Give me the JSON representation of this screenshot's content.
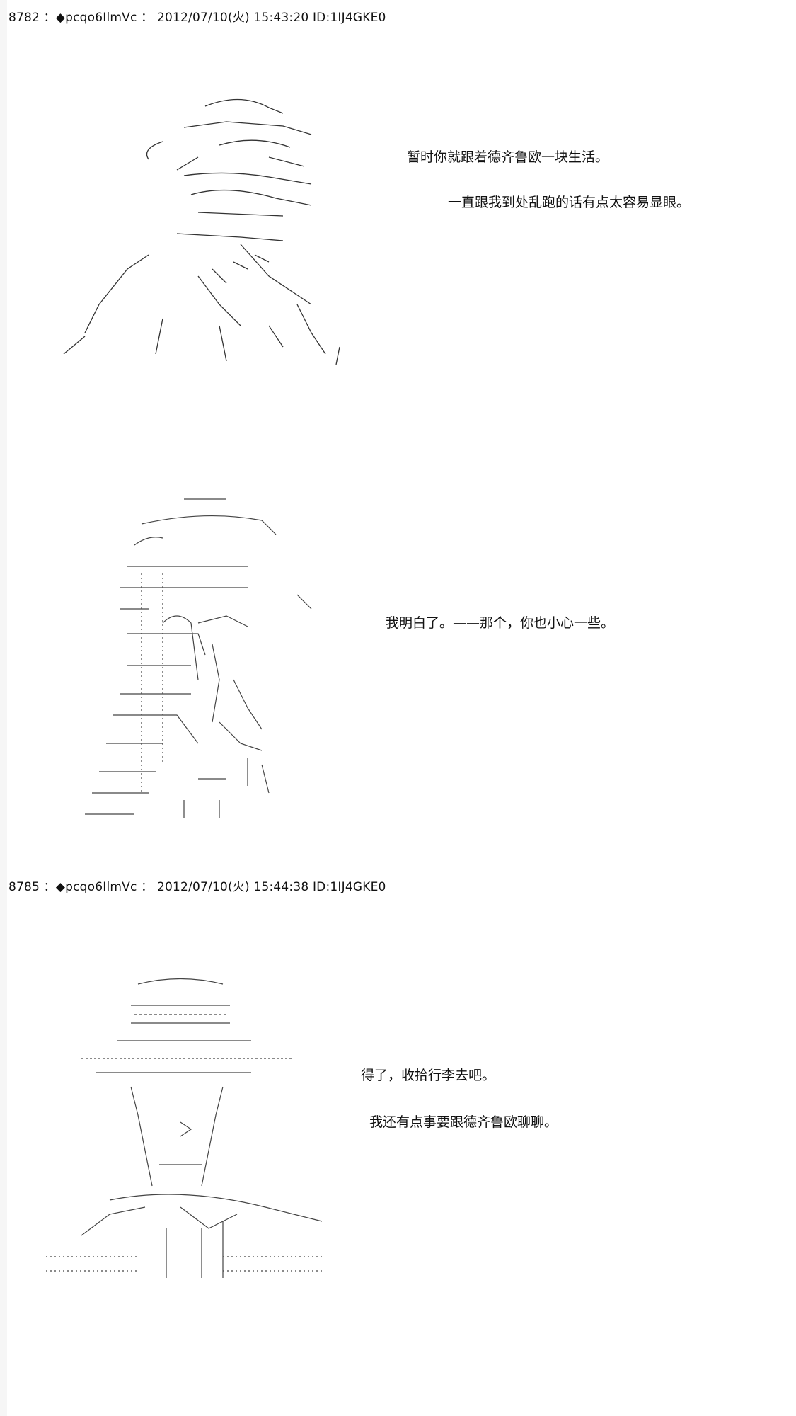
{
  "posts": [
    {
      "header": "8782 ：◆pcqo6IlmVc ： 2012/07/10(火) 15:43:20 ID:1IJ4GKE0",
      "lines": [
        "暂时你就跟着德齐鲁欧一块生活。",
        "一直跟我到处乱跑的话有点太容易显眼。",
        "我明白了。——那个，你也小心一些。"
      ]
    },
    {
      "header": "8785 ：◆pcqo6IlmVc ： 2012/07/10(火) 15:44:38 ID:1IJ4GKE0",
      "lines": [
        "得了，收拾行李去吧。",
        "我还有点事要跟德齐鲁欧聊聊。"
      ]
    }
  ]
}
